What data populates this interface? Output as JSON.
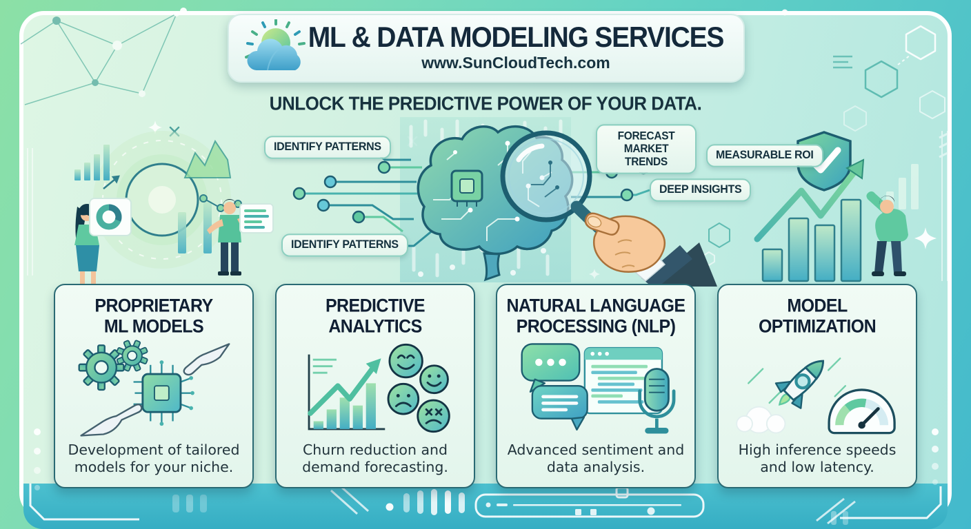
{
  "header": {
    "logo_icon": "sun-cloud-icon",
    "title": "ML & DATA MODELING SERVICES",
    "website": "www.SunCloudTech.com"
  },
  "tagline": "UNLOCK THE PREDICTIVE POWER OF YOUR DATA.",
  "hero": {
    "callouts": {
      "identify_top": "IDENTIFY PATTERNS",
      "identify_bottom": "IDENTIFY PATTERNS",
      "forecast": "FORECAST MARKET TRENDS",
      "deep": "DEEP INSIGHTS",
      "roi": "MEASURABLE ROI"
    },
    "illustrations": [
      "analytics-team-scene",
      "circuit-brain-magnifier-scene",
      "roi-growth-scene"
    ]
  },
  "cards": [
    {
      "title_line1": "PROPRIETARY",
      "title_line2": "ML MODELS",
      "icon": "gears-chip-robot-hands-icon",
      "description": "Development of tailored models for your niche."
    },
    {
      "title_line1": "PREDICTIVE",
      "title_line2": "ANALYTICS",
      "icon": "growth-chart-sentiment-faces-icon",
      "description": "Churn reduction and demand forecasting."
    },
    {
      "title_line1": "NATURAL LANGUAGE",
      "title_line2": "PROCESSING (NLP)",
      "icon": "chat-code-microphone-icon",
      "description": "Advanced sentiment and data analysis."
    },
    {
      "title_line1": "MODEL",
      "title_line2": "OPTIMIZATION",
      "icon": "rocket-speed-gauge-icon",
      "description": "High inference speeds and low latency."
    }
  ],
  "colors": {
    "dark_text": "#14293b",
    "teal_accent": "#2e8f9b",
    "green_accent": "#5fc9a0",
    "card_border": "#2a6a74",
    "band_teal": "#3bb2c6",
    "frame_white": "#ffffff"
  }
}
